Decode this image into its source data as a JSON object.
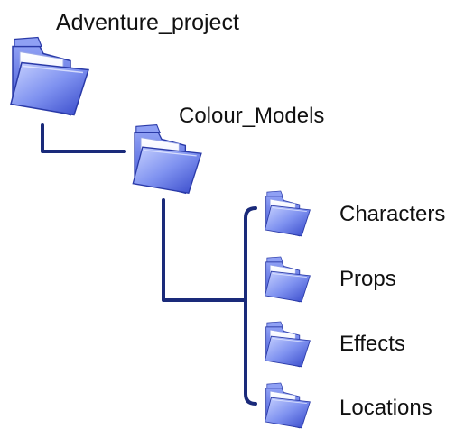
{
  "tree": {
    "root": {
      "label": "Adventure_project",
      "icon": "folder-icon"
    },
    "child": {
      "label": "Colour_Models",
      "icon": "folder-icon"
    },
    "leaves": [
      {
        "label": "Characters",
        "icon": "folder-icon"
      },
      {
        "label": "Props",
        "icon": "folder-icon"
      },
      {
        "label": "Effects",
        "icon": "folder-icon"
      },
      {
        "label": "Locations",
        "icon": "folder-icon"
      }
    ]
  },
  "colors": {
    "connector": "#1a2a7a",
    "folder_dark": "#3a4fd0",
    "folder_light": "#aab8ff",
    "folder_outline": "#2a3aa8"
  }
}
